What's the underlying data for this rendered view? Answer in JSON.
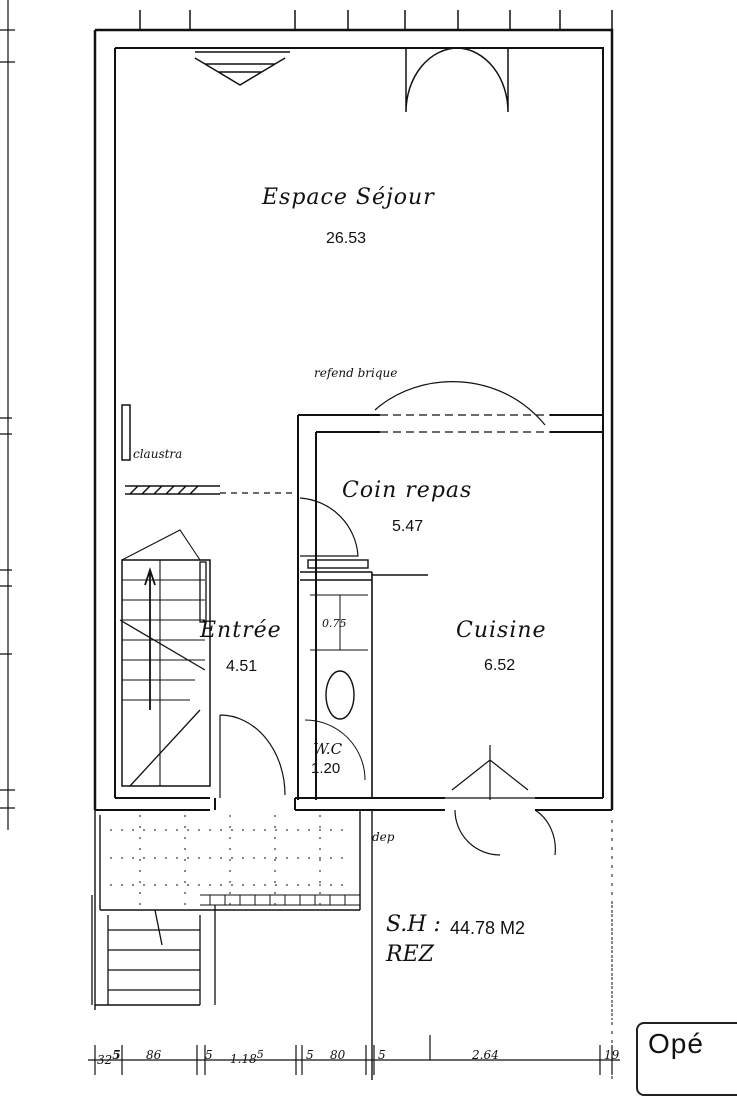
{
  "rooms": {
    "sejour": {
      "name": "Espace  Séjour",
      "area": "26.53"
    },
    "coin_repas": {
      "name": "Coin repas",
      "area": "5.47"
    },
    "entree": {
      "name": "Entrée",
      "area": "4.51"
    },
    "cuisine": {
      "name": "Cuisine",
      "area": "6.52"
    },
    "wc": {
      "name": "W.C",
      "area": "1.20"
    }
  },
  "annotations": {
    "refend": "refend brique",
    "claustra": "claustra",
    "dep": "dep",
    "wc_box": "0.75"
  },
  "surface": {
    "label": "S.H :",
    "value": "44.78 M2",
    "level": "REZ"
  },
  "dimensions": {
    "d1": "32",
    "d1_sup": "5",
    "d2": "86",
    "d3": "5",
    "d4": "1.18",
    "d4_sup": "5",
    "d5": "5",
    "d6": "80",
    "d7": "5",
    "d8": "2.64",
    "d9": "19"
  },
  "stamp_text": "Opé"
}
